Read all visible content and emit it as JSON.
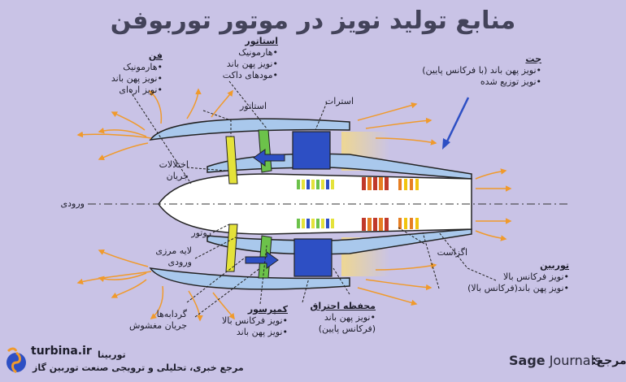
{
  "title": "منابع تولید نویز در موتور توربوفن",
  "fan": {
    "heading": "فن",
    "items": [
      "•هارمونیک",
      "•نویز پهن باند",
      "•نویز اره‌ای"
    ]
  },
  "stator": {
    "heading": "استاتور",
    "items": [
      "•هارمونیک",
      "•نویز پهن باند",
      "•مودهای داکت"
    ]
  },
  "jet": {
    "heading": "جت",
    "items": [
      "•نویز پهن باند (با فرکانس پایین)",
      "•نویز توزیع شده"
    ]
  },
  "labels": {
    "stator_small": "استاتور",
    "strut": "استرات",
    "flow_disturbance_1": "اختلالات",
    "flow_disturbance_2": "جریان",
    "inlet": "ورودی",
    "rotor": "روتور",
    "boundary_layer_1": "لایه مرزی",
    "boundary_layer_2": "ورودی",
    "vortex_1": "گردابه‌ها",
    "vortex_2": "جریان مغشوش",
    "exhaust": "اگزاست"
  },
  "turbine": {
    "heading": "توربین",
    "items": [
      "•نویز فرکانس بالا",
      "•نویز پهن باند(فرکانس بالا)"
    ]
  },
  "compressor": {
    "heading": "کمپرسور",
    "items": [
      "•نویز فرکانس بالا",
      "•نویز پهن باند"
    ]
  },
  "combustor": {
    "heading": "محفظه احتراق",
    "items": [
      "•نویز پهن باند",
      "(فرکانس پایین)"
    ]
  },
  "footer": {
    "site": "turbina.ir",
    "name": "توربینا",
    "tagline": "مرجع خبری، تحلیلی و ترویجی صنعت توربین گاز",
    "ref_label": "مرجع:",
    "ref_source_bold": "Sage",
    "ref_source": " Journals"
  },
  "colors": {
    "background": "#c9c3e6",
    "nacelle": "#a9c8ec",
    "core": "#ffffff",
    "combustor": "#2d4fc4",
    "fan_blade": "#e4e23a",
    "stator_blade": "#6cc24a",
    "exhaust_glow": "#f2d98a",
    "noise_arrow": "#f09a2c"
  }
}
